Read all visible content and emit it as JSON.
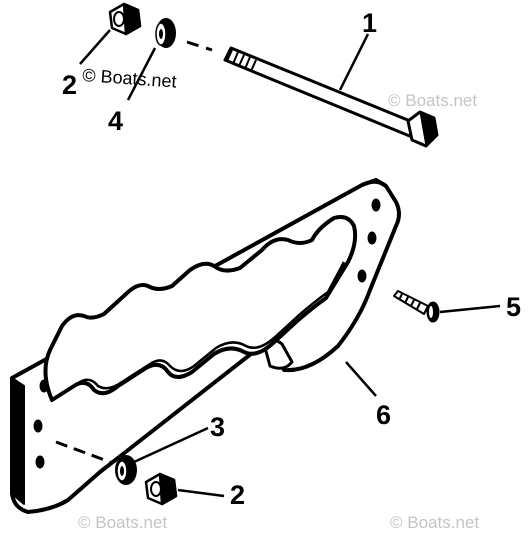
{
  "diagram": {
    "callouts": [
      {
        "id": "1",
        "part": "bolt"
      },
      {
        "id": "2",
        "part": "hex-nut-top"
      },
      {
        "id": "4",
        "part": "washer-top"
      },
      {
        "id": "5",
        "part": "screw"
      },
      {
        "id": "6",
        "part": "bracket-plate"
      },
      {
        "id": "3",
        "part": "washer-bottom"
      },
      {
        "id": "2",
        "part": "hex-nut-bottom"
      }
    ],
    "watermarks": {
      "top_left": "© Boats.net",
      "top_right": "© Boats.net",
      "bottom_mid": "© Boats.net",
      "bottom_right": "© Boats.net"
    },
    "colors": {
      "ink": "#000000",
      "watermark": "#c4c4c4",
      "paper": "#ffffff"
    }
  }
}
